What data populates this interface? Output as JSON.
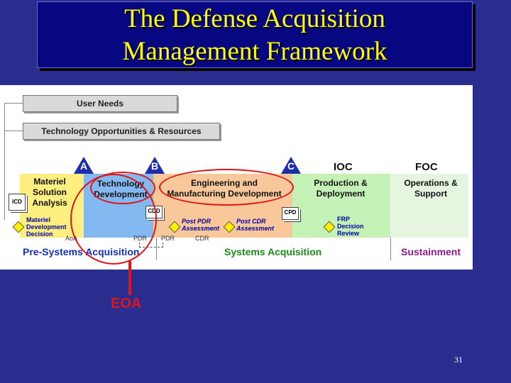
{
  "title": {
    "line1": "The Defense Acquisition",
    "line2": "Management Framework"
  },
  "diagram": {
    "user_needs": "User Needs",
    "technology_opportunities": "Technology Opportunities & Resources",
    "milestones": {
      "a": "A",
      "b": "B",
      "c": "C",
      "ioc": "IOC",
      "foc": "FOC"
    },
    "phases": {
      "materiel_solution": "Materiel Solution Analysis",
      "technology_development": "Technology Development",
      "emd": "Engineering and Manufacturing Development",
      "production": "Production & Deployment",
      "operations": "Operations & Support"
    },
    "documents": {
      "icd": "ICD",
      "cdd": "CDD",
      "cpd": "CPD"
    },
    "decision_points": {
      "materiel_development_decision": "Materiel Development Decision",
      "post_pdr": "Post PDR Assessment",
      "post_cdr": "Post CDR Assessment",
      "frp": "FRP Decision Review"
    },
    "reviews": {
      "aoa": "AoA",
      "pdr1": "PDR",
      "pdr2": "PDR",
      "cdr": "CDR"
    },
    "footer": {
      "pre_systems": "Pre-Systems Acquisition",
      "systems": "Systems Acquisition",
      "sustainment": "Sustainment"
    },
    "colors": {
      "materiel": "#ffee80",
      "technology": "#84b8f0",
      "emd": "#f8c89a",
      "production": "#c4f2b6",
      "operations": "#e6f5e0",
      "milestone": "#1c2ea8",
      "highlight": "#e01515"
    }
  },
  "callout": {
    "label": "EOA"
  },
  "page_number": "31"
}
